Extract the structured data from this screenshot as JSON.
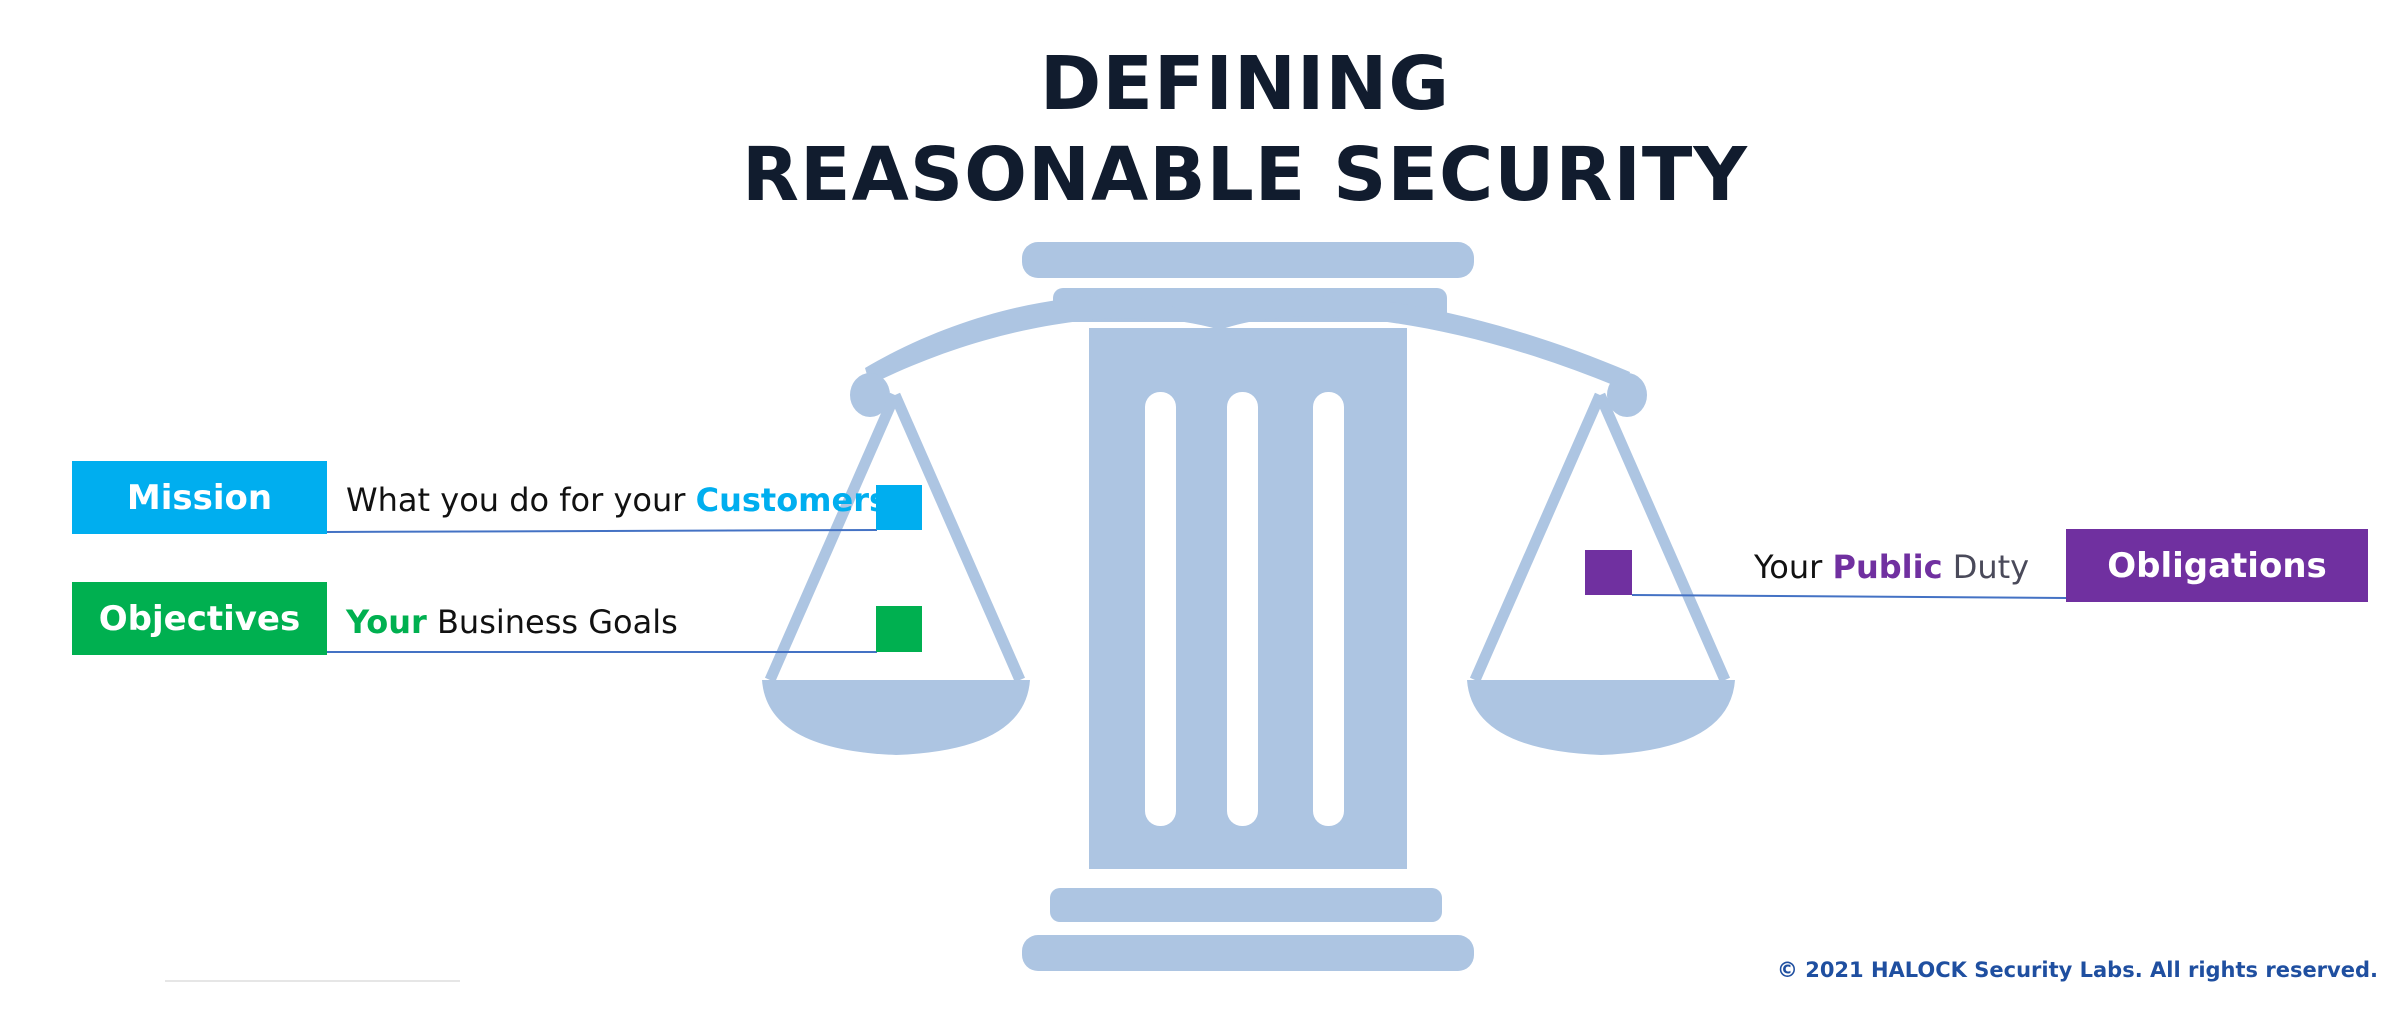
{
  "title": {
    "line1": "DEFINING",
    "line2": "REASONABLE SECURITY"
  },
  "colors": {
    "title": "#111c2e",
    "scale": "#adc5e2",
    "mission": "#00aeef",
    "objectives": "#00b050",
    "obligations": "#7030a0",
    "connector": "#4472c4",
    "footer": "#1f4fa0"
  },
  "left": {
    "mission": {
      "tag": "Mission",
      "desc_prefix": "What you do for your ",
      "desc_highlight": "Customers"
    },
    "objectives": {
      "tag": "Objectives",
      "desc_highlight": "Your",
      "desc_suffix": " Business Goals"
    }
  },
  "right": {
    "obligations": {
      "tag": "Obligations",
      "desc_prefix": "Your ",
      "desc_highlight": "Public",
      "desc_suffix": " Duty"
    }
  },
  "footer": "© 2021 HALOCK Security Labs. All rights reserved."
}
